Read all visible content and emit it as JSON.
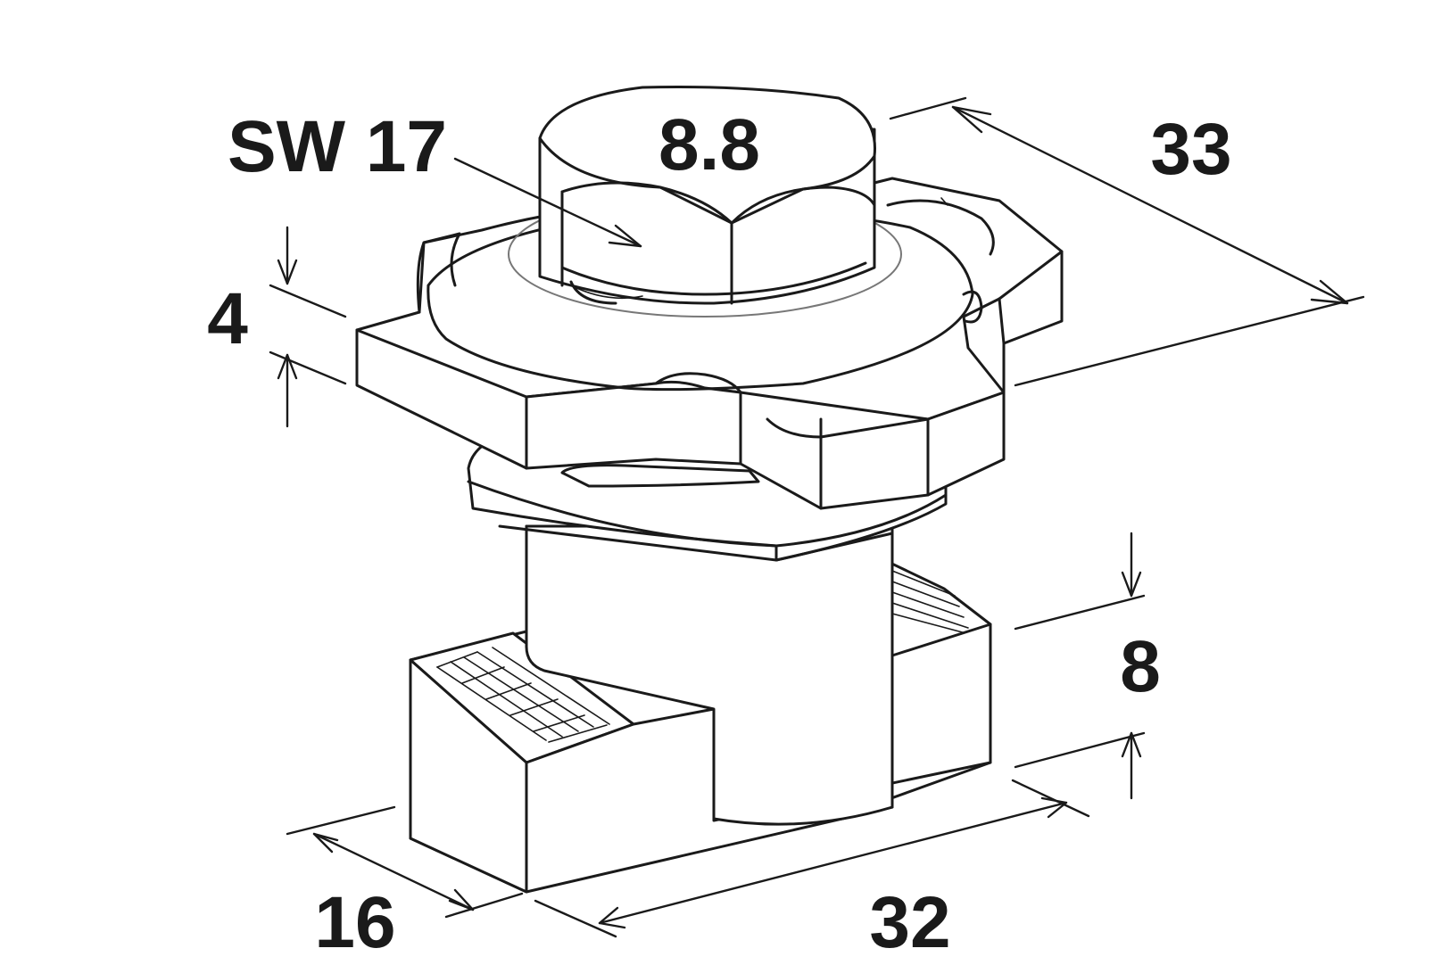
{
  "labels": {
    "wrench_size": "SW 17",
    "bolt_grade": "8.8",
    "plate_width": "33",
    "plate_thickness": "4",
    "nut_height": "8",
    "nut_width": "16",
    "nut_length": "32"
  },
  "colors": {
    "line": "#1a1a1a",
    "background": "#ffffff",
    "washer_ring": "#777777"
  }
}
